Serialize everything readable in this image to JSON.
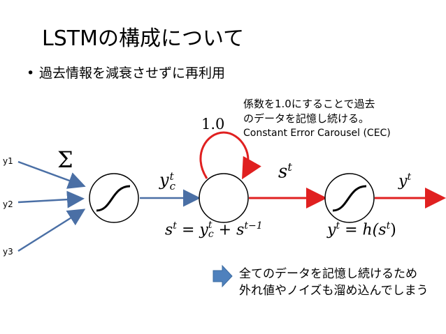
{
  "title": "LSTMの構成について",
  "bullet": "過去情報を減衰させずに再利用",
  "bullet_marker": "•",
  "note": {
    "line1": "係数を1.0にすることで過去",
    "line2": "のデータを記憶し続ける。",
    "line3": "Constant Error Carousel (CEC)"
  },
  "inputs": [
    "y1",
    "y2",
    "y3"
  ],
  "sigma": "Σ",
  "coefficient": "1.0",
  "labels": {
    "yc_base": "y",
    "yc_sup": "t",
    "yc_sub": "c",
    "s_base": "s",
    "s_sup": "t",
    "y_base": "y",
    "y_sup": "t"
  },
  "equations": {
    "eq1": {
      "lhs": "s",
      "lhs_sup": "t",
      "eq": "=",
      "t1": "y",
      "t1_sup": "t",
      "t1_sub": "c",
      "plus": "+",
      "t2": "s",
      "t2_sup": "t−1"
    },
    "eq2": {
      "lhs": "y",
      "lhs_sup": "t",
      "eq": "=",
      "fn": "h(",
      "arg": "s",
      "arg_sup": "t",
      "close": ")"
    }
  },
  "callout": {
    "line1": "全てのデータを記憶し続けるため",
    "line2": "外れ値やノイズも溜め込んでしまう"
  },
  "colors": {
    "red": "#e02020",
    "blue_line": "#4a6fa5",
    "callout_arrow": "#4f81bd"
  }
}
